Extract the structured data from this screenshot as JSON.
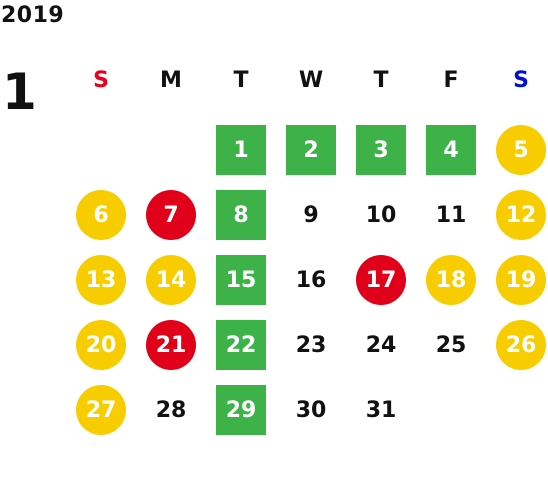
{
  "year": "2019",
  "month": "1",
  "colors": {
    "sunday": "#e8001c",
    "saturday": "#0011cc",
    "green": "#3db249",
    "yellow": "#f8cd00",
    "red": "#e0001a"
  },
  "weekdays": [
    "S",
    "M",
    "T",
    "W",
    "T",
    "F",
    "S"
  ],
  "days": [
    {
      "d": "1",
      "col": 2,
      "row": 0,
      "style": "green"
    },
    {
      "d": "2",
      "col": 3,
      "row": 0,
      "style": "green"
    },
    {
      "d": "3",
      "col": 4,
      "row": 0,
      "style": "green"
    },
    {
      "d": "4",
      "col": 5,
      "row": 0,
      "style": "green"
    },
    {
      "d": "5",
      "col": 6,
      "row": 0,
      "style": "yellow"
    },
    {
      "d": "6",
      "col": 0,
      "row": 1,
      "style": "yellow"
    },
    {
      "d": "7",
      "col": 1,
      "row": 1,
      "style": "red"
    },
    {
      "d": "8",
      "col": 2,
      "row": 1,
      "style": "green"
    },
    {
      "d": "9",
      "col": 3,
      "row": 1,
      "style": "plain"
    },
    {
      "d": "10",
      "col": 4,
      "row": 1,
      "style": "plain"
    },
    {
      "d": "11",
      "col": 5,
      "row": 1,
      "style": "plain"
    },
    {
      "d": "12",
      "col": 6,
      "row": 1,
      "style": "yellow"
    },
    {
      "d": "13",
      "col": 0,
      "row": 2,
      "style": "yellow"
    },
    {
      "d": "14",
      "col": 1,
      "row": 2,
      "style": "yellow"
    },
    {
      "d": "15",
      "col": 2,
      "row": 2,
      "style": "green"
    },
    {
      "d": "16",
      "col": 3,
      "row": 2,
      "style": "plain"
    },
    {
      "d": "17",
      "col": 4,
      "row": 2,
      "style": "red"
    },
    {
      "d": "18",
      "col": 5,
      "row": 2,
      "style": "yellow"
    },
    {
      "d": "19",
      "col": 6,
      "row": 2,
      "style": "yellow"
    },
    {
      "d": "20",
      "col": 0,
      "row": 3,
      "style": "yellow"
    },
    {
      "d": "21",
      "col": 1,
      "row": 3,
      "style": "red"
    },
    {
      "d": "22",
      "col": 2,
      "row": 3,
      "style": "green"
    },
    {
      "d": "23",
      "col": 3,
      "row": 3,
      "style": "plain"
    },
    {
      "d": "24",
      "col": 4,
      "row": 3,
      "style": "plain"
    },
    {
      "d": "25",
      "col": 5,
      "row": 3,
      "style": "plain"
    },
    {
      "d": "26",
      "col": 6,
      "row": 3,
      "style": "yellow"
    },
    {
      "d": "27",
      "col": 0,
      "row": 4,
      "style": "yellow"
    },
    {
      "d": "28",
      "col": 1,
      "row": 4,
      "style": "plain"
    },
    {
      "d": "29",
      "col": 2,
      "row": 4,
      "style": "green"
    },
    {
      "d": "30",
      "col": 3,
      "row": 4,
      "style": "plain"
    },
    {
      "d": "31",
      "col": 4,
      "row": 4,
      "style": "plain"
    }
  ]
}
